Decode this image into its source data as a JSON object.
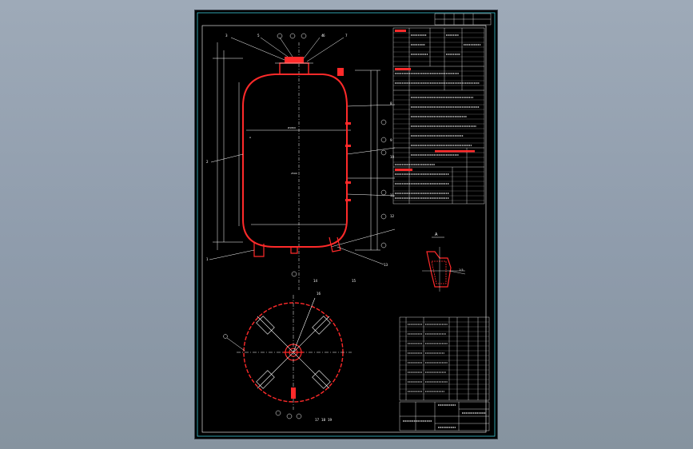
{
  "colors": {
    "background": "#8f9cac",
    "sheet": "#000000",
    "vessel": "#ff2a2a",
    "linework": "#ffffff",
    "border": "#3ec7d8"
  },
  "callouts": {
    "top": [
      "3",
      "5",
      "6",
      "4",
      "7"
    ],
    "side_right": [
      "8",
      "9",
      "10",
      "11",
      "12"
    ],
    "side_left": [
      "2"
    ],
    "bottom": [
      "1",
      "13",
      "14",
      "15"
    ],
    "plan": [
      "16",
      "17",
      "18",
      "19"
    ]
  },
  "detail": {
    "label": "A",
    "scale": "1:5"
  },
  "notes": [
    "Pressure vessel assembly drawing",
    "Design data table / nozzle schedule / parts list"
  ]
}
